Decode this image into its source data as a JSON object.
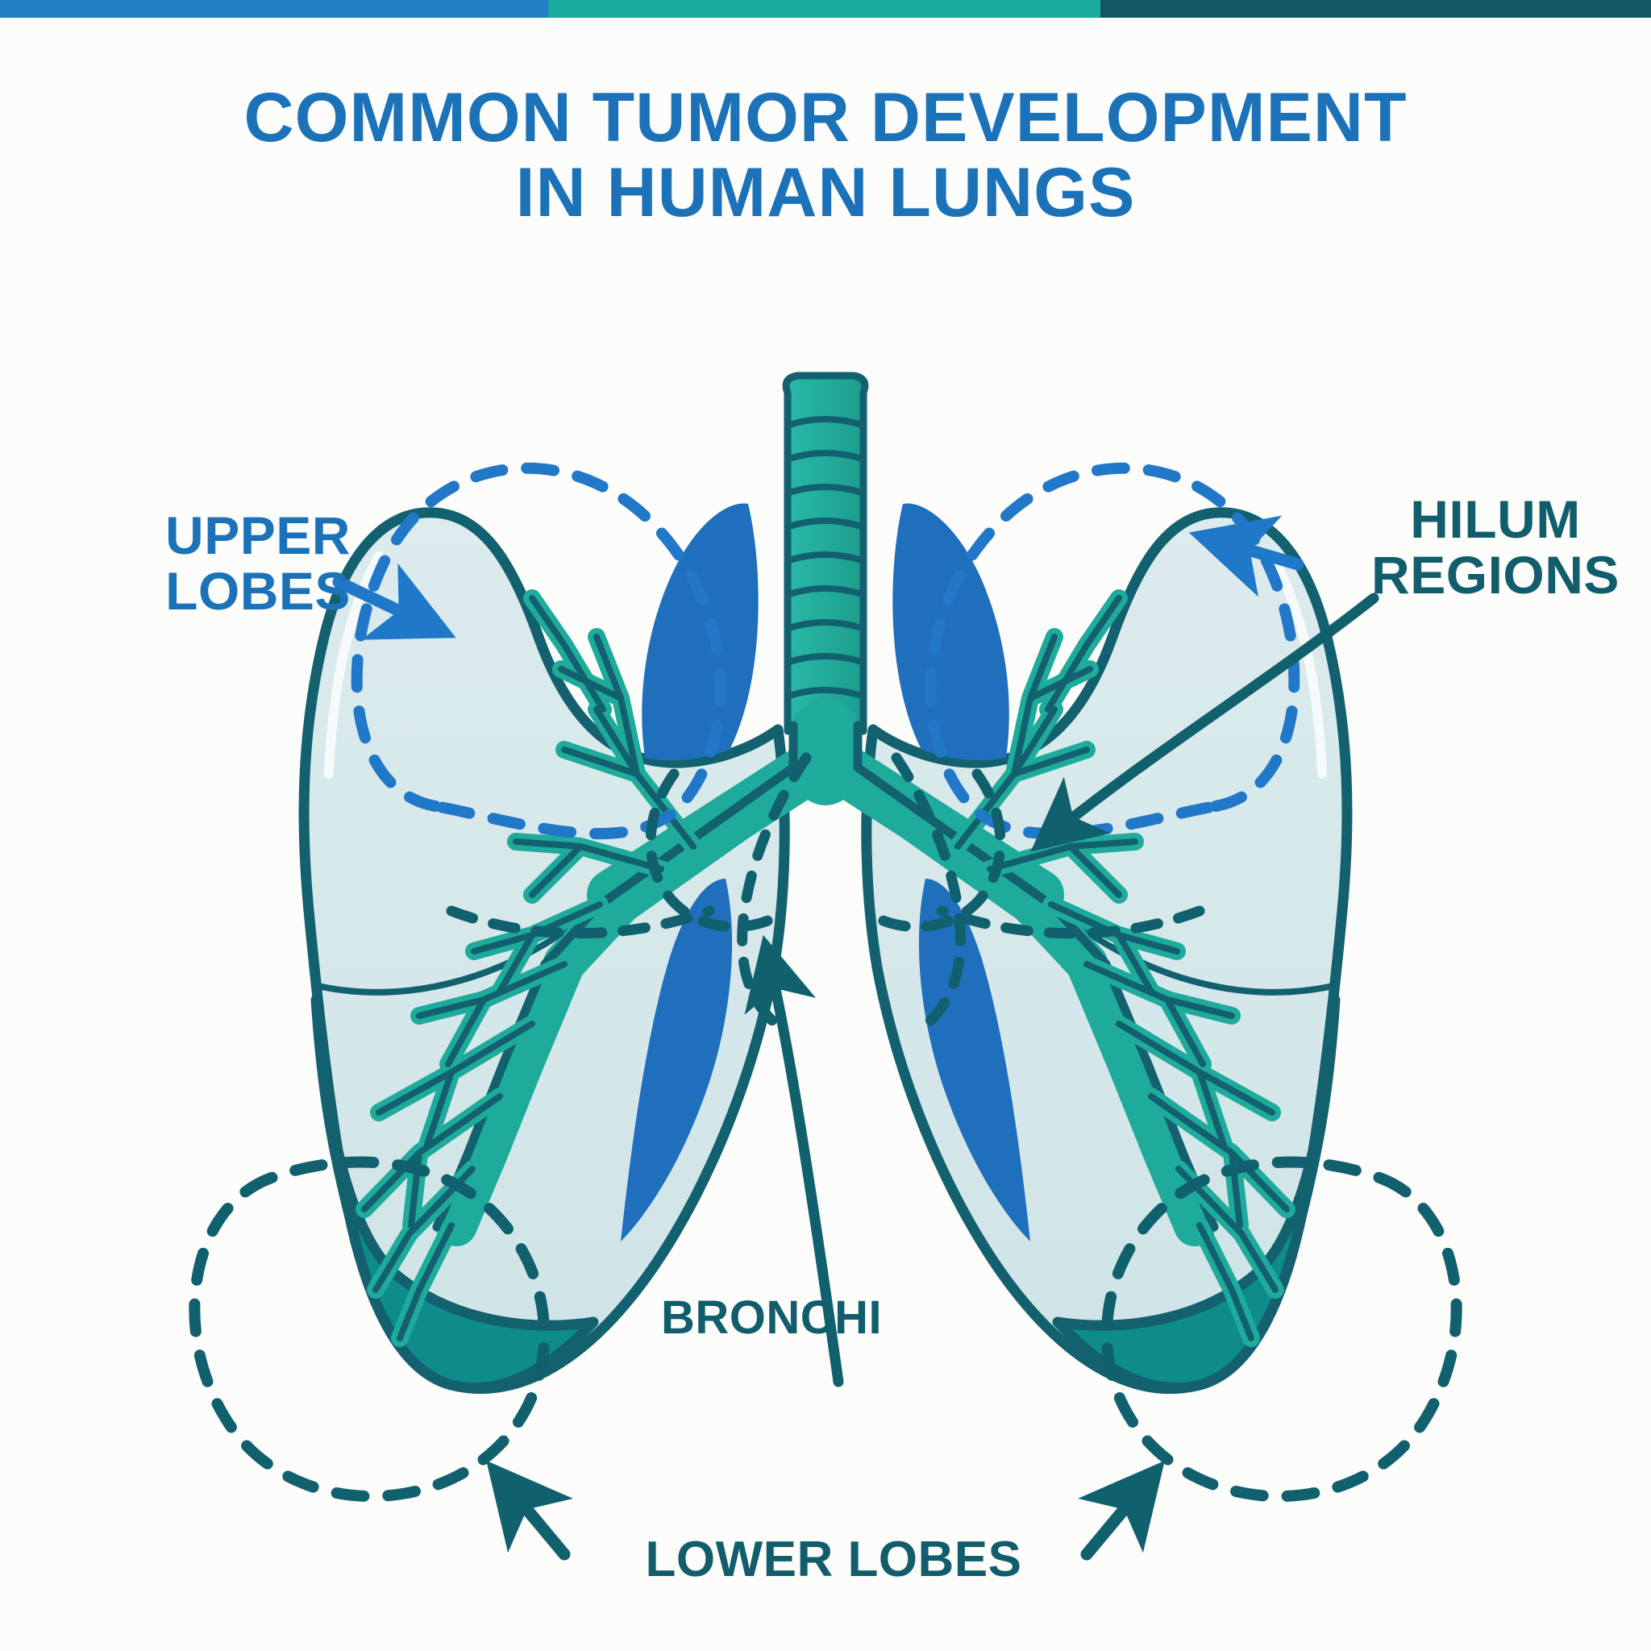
{
  "topbar": {
    "segments": [
      {
        "name": "blue-segment",
        "color": "#1f7ec4"
      },
      {
        "name": "teal-segment",
        "color": "#18ab9e"
      },
      {
        "name": "dark-teal-segment",
        "color": "#115864"
      }
    ]
  },
  "title": {
    "line1": "COMMON TUMOR DEVELOPMENT",
    "line2": "IN HUMAN LUNGS",
    "color": "#1b72b8"
  },
  "labels": {
    "upper_lobes": "UPPER\nLOBES",
    "hilum_regions": "HILUM\nREGIONS",
    "bronchi": "BRONCHI",
    "lower_lobes": "LOWER LOBES"
  },
  "colors": {
    "background": "#fcfcfa",
    "title_blue": "#1b72b8",
    "label_blue": "#1b72b8",
    "label_dark_teal": "#115d6b",
    "lung_fill": "#d6e8ea",
    "lung_outline": "#13606f",
    "lower_lobe_fill": "#0d8c8b",
    "tumor_blue": "#1f6fbd",
    "bronchi_teal": "#1fab9b",
    "trachea_fill": "#24b3a2",
    "dashed_blue": "#2178c8",
    "dashed_teal": "#11606d"
  },
  "diagram": {
    "type": "anatomical-illustration",
    "subject": "human lungs",
    "annotated_regions": [
      {
        "name": "upper-lobes",
        "marker": "blue dashed circle",
        "count": 2,
        "side": [
          "left",
          "right"
        ]
      },
      {
        "name": "hilum-regions",
        "marker": "dark teal dashed outline",
        "count": 2,
        "side": [
          "left",
          "right"
        ]
      },
      {
        "name": "lower-lobes",
        "marker": "dark teal dashed circle",
        "count": 2,
        "side": [
          "left",
          "right"
        ]
      },
      {
        "name": "bronchi",
        "marker": "leader line to carina",
        "count": 1
      }
    ],
    "structures": [
      "trachea",
      "main bronchi",
      "bronchial tree",
      "left lung",
      "right lung",
      "upper lobes",
      "lower lobes",
      "tumor shading"
    ]
  }
}
